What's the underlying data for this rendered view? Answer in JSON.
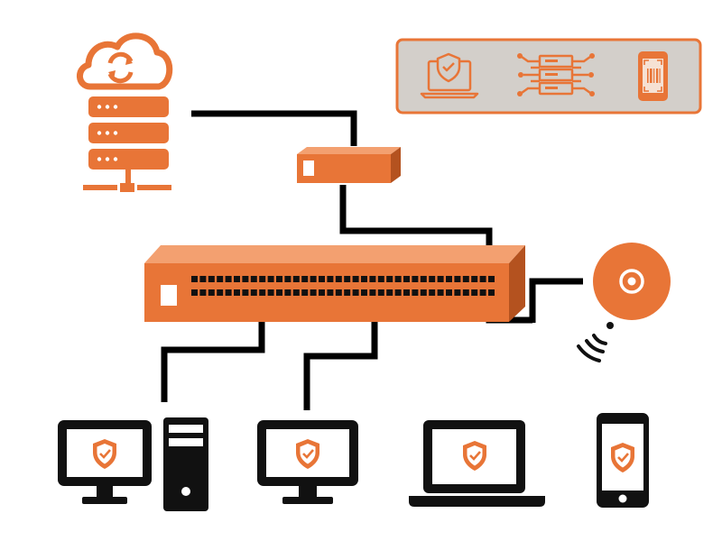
{
  "colors": {
    "accent": "#E87537",
    "accent_dark": "#B4521F",
    "accent_light": "#F3A070",
    "line": "#000000",
    "panel_bg": "#D3CFCA",
    "white": "#FFFFFF"
  },
  "legend_icons": [
    "laptop-shield-icon",
    "server-network-icon",
    "phone-scan-icon"
  ],
  "devices": [
    "desktop-pc",
    "monitor",
    "laptop",
    "smartphone"
  ]
}
